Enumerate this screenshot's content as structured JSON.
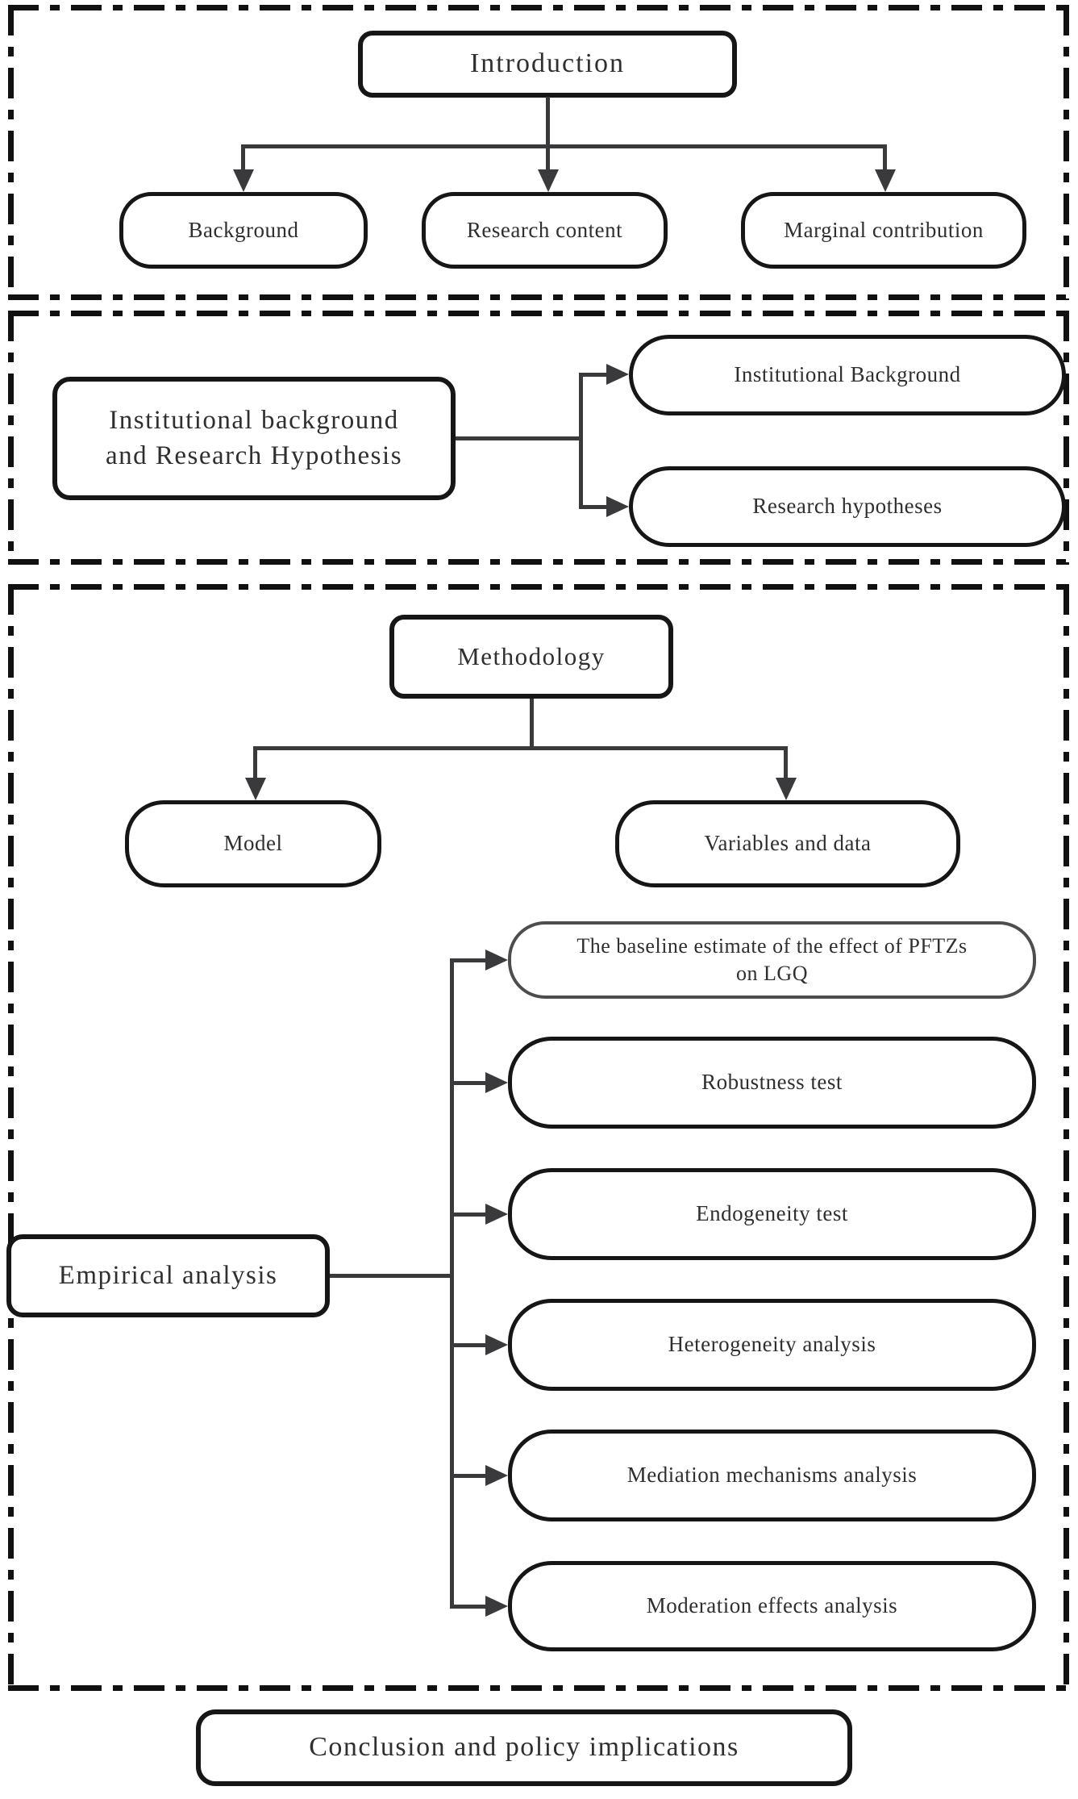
{
  "sections": {
    "introduction": {
      "root": "Introduction",
      "children": [
        "Background",
        "Research content",
        "Marginal contribution"
      ]
    },
    "hypothesis": {
      "root_lines": [
        "Institutional background",
        "and Research Hypothesis"
      ],
      "children": [
        "Institutional Background",
        "Research hypotheses"
      ]
    },
    "methodology": {
      "root": "Methodology",
      "children": [
        "Model",
        "Variables and data"
      ]
    },
    "empirical": {
      "root": "Empirical analysis",
      "children": [
        {
          "lines": [
            "The baseline estimate of the effect of PFTZs",
            "on LGQ"
          ]
        },
        {
          "lines": [
            "Robustness test"
          ]
        },
        {
          "lines": [
            "Endogeneity test"
          ]
        },
        {
          "lines": [
            "Heterogeneity analysis"
          ]
        },
        {
          "lines": [
            "Mediation mechanisms analysis"
          ]
        },
        {
          "lines": [
            "Moderation effects analysis"
          ]
        }
      ]
    },
    "conclusion": "Conclusion and policy implications"
  },
  "colors": {
    "box_border": "#161616",
    "baseline_box_border": "#4d4d4d",
    "connector": "#3a3a3c",
    "section_border": "#111111",
    "text": "#2f2f2f",
    "background": "#ffffff"
  }
}
